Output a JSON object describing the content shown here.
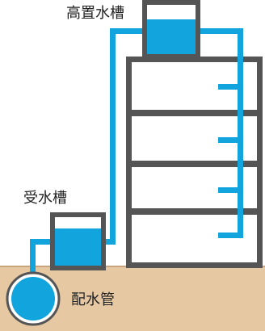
{
  "labels": {
    "elevated_tank": "高置水槽",
    "receiving_tank": "受水槽",
    "water_main": "配水管"
  },
  "colors": {
    "water": "#12a4dc",
    "frame": "#555555",
    "ground": "#e6c9a3",
    "ground_line": "#c9a57e"
  },
  "building": {
    "floors": 4
  }
}
